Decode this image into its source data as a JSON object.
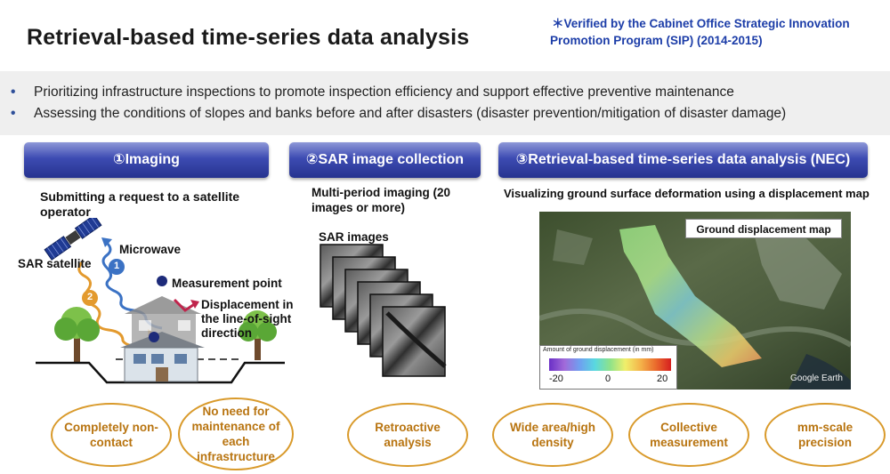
{
  "title": "Retrieval-based time-series data analysis",
  "note": {
    "line1": "＊Verified by the Cabinet Office Strategic Innovation",
    "line2": "Promotion Program (SIP) (2014-2015)"
  },
  "bullets": [
    "Prioritizing infrastructure inspections to promote inspection efficiency and support effective preventive maintenance",
    "Assessing the conditions of slopes and banks before and after disasters (disaster prevention/mitigation of disaster damage)"
  ],
  "bullet_marker": "•",
  "sections": {
    "imaging": {
      "header": "①Imaging",
      "request": "Submitting a request to a satellite operator",
      "microwave": "Microwave",
      "sar_satellite": "SAR satellite",
      "measurement_point": "Measurement point",
      "displacement": "Displacement in the line-of-sight direction",
      "step1": "1",
      "step2": "2"
    },
    "collection": {
      "header": "②SAR image collection",
      "multi_period": "Multi-period imaging (20 images or more)",
      "sar_images": "SAR images"
    },
    "analysis": {
      "header": "③Retrieval-based time-series data analysis (NEC)",
      "visualizing": "Visualizing ground surface deformation using a displacement map",
      "map_title": "Ground displacement map",
      "legend_title": "Amount of ground displacement (in mm)",
      "legend_ticks": [
        "-20",
        "0",
        "20"
      ],
      "map_credit": "Google Earth"
    }
  },
  "features": [
    "Completely non-contact",
    "No need for maintenance of each infrastructure",
    "Retroactive analysis",
    "Wide area/high density",
    "Collective measurement",
    "mm-scale precision"
  ],
  "colors": {
    "accent": "#1c3da8",
    "oval_border": "#d99a2b",
    "oval_text": "#b87410",
    "header_blue": "#3d4bb2"
  }
}
